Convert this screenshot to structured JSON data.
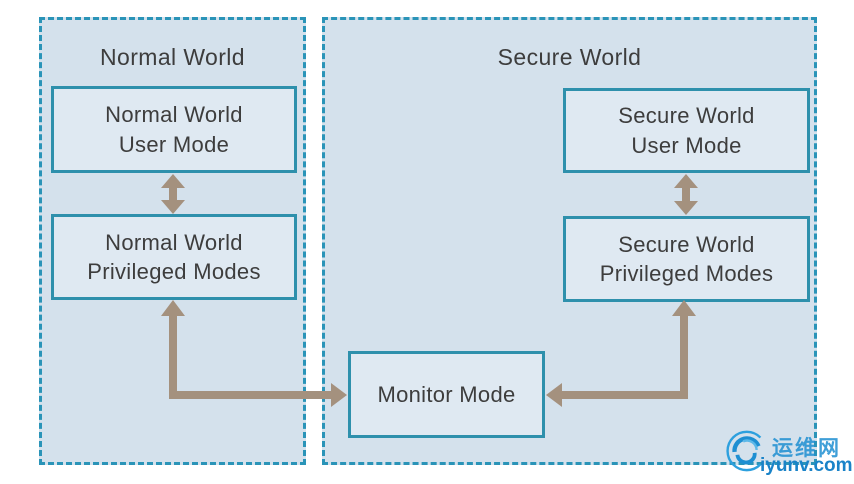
{
  "colors": {
    "accent": "#2a94b8",
    "panel-bg": "#d4e1ec",
    "box-bg": "#dfe9f2",
    "box-border": "#2e90ac",
    "arrow": "#a4917e",
    "text": "#3d3d3d",
    "watermark-blue": "#1e8fd2",
    "watermark-dark": "#1a83c8"
  },
  "diagram": {
    "panels": {
      "normal": {
        "title": "Normal World"
      },
      "secure": {
        "title": "Secure World"
      }
    },
    "boxes": {
      "nw_user": {
        "label": "Normal World\nUser Mode"
      },
      "nw_priv": {
        "label": "Normal World\nPrivileged Modes"
      },
      "sw_user": {
        "label": "Secure World\nUser Mode"
      },
      "sw_priv": {
        "label": "Secure World\nPrivileged Modes"
      },
      "monitor": {
        "label": "Monitor Mode"
      }
    },
    "connections": [
      {
        "from": "nw_user",
        "to": "nw_priv",
        "style": "bidirectional-vertical"
      },
      {
        "from": "sw_user",
        "to": "sw_priv",
        "style": "bidirectional-vertical"
      },
      {
        "from": "nw_priv",
        "to": "monitor",
        "style": "bidirectional-elbow"
      },
      {
        "from": "sw_priv",
        "to": "monitor",
        "style": "bidirectional-elbow"
      }
    ]
  },
  "watermark": {
    "site_name": "运维网",
    "site_url": "iyunv.com"
  }
}
